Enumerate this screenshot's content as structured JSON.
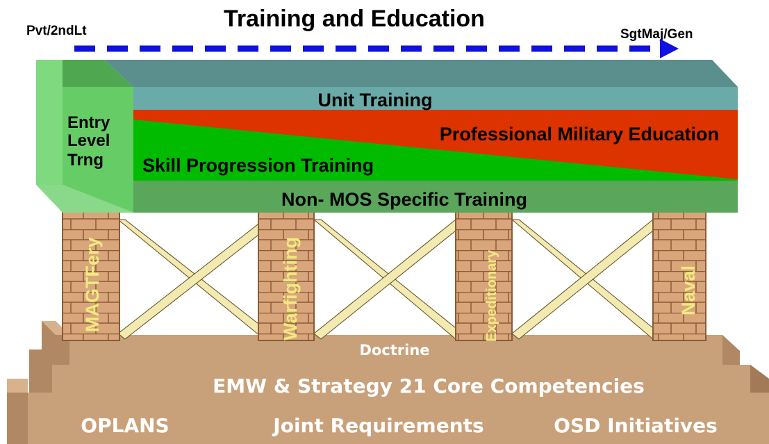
{
  "header": {
    "title": "Training and Education",
    "left_label": "Pvt/2ndLt",
    "right_label": "SgtMaj/Gen"
  },
  "beam": {
    "entry_level": [
      "Entry",
      "Level",
      "Trng"
    ],
    "unit_training": "Unit Training",
    "pme": "Professional Military Education",
    "skill_progression": "Skill Progression Training",
    "non_mos": "Non- MOS Specific Training"
  },
  "pillars": [
    {
      "label": "MAGTFery"
    },
    {
      "label": "Warfighting"
    },
    {
      "label": "Expeditionary"
    },
    {
      "label": "Naval"
    }
  ],
  "foundation": {
    "doctrine": "Doctrine",
    "core_competencies": "EMW & Strategy 21 Core Competencies",
    "base_items": [
      "OPLANS",
      "Joint Requirements",
      "OSD Initiatives"
    ]
  },
  "colors": {
    "arrow": "#1010e0",
    "entry_green": "#66cc66",
    "unit_teal": "#6aaaa8",
    "pme_red": "#dd3300",
    "skill_green": "#00bb00",
    "non_mos_green": "#5aa65a",
    "brick": "#d9a57a",
    "mortar": "#8a5a38",
    "brace": "#f2eab0",
    "pillar_text": "#f0ea80",
    "stone": "#c8a07a",
    "stone_top": "#d8b28c",
    "stone_dark": "#b08864"
  }
}
